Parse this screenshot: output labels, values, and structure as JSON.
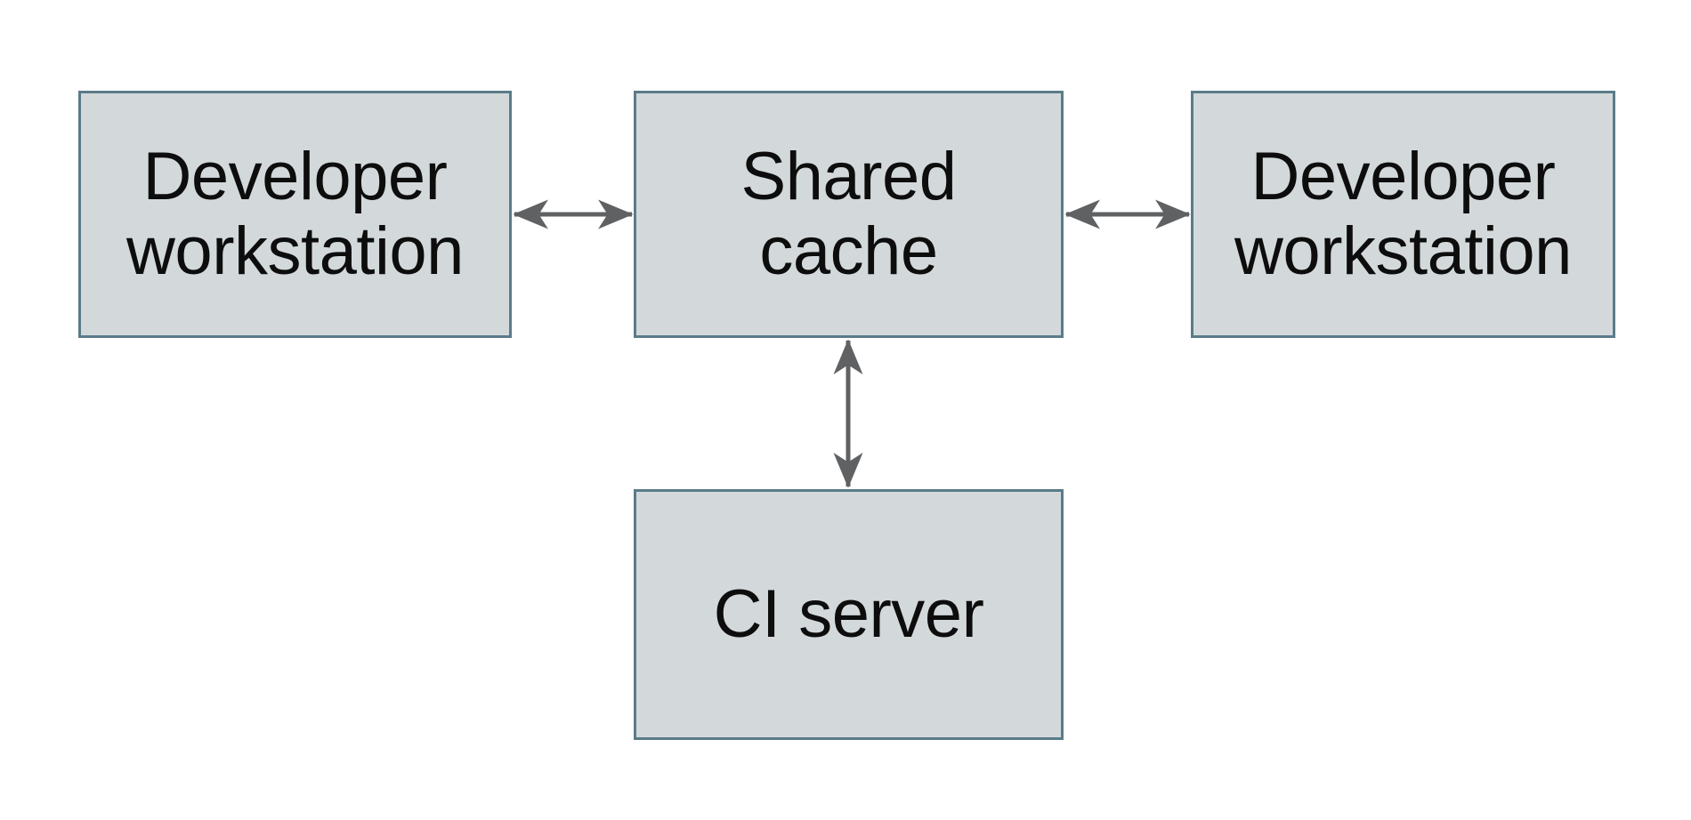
{
  "diagram": {
    "type": "architecture-diagram",
    "nodes": [
      {
        "id": "developer-workstation-left",
        "label": "Developer workstation",
        "lines": [
          "Developer",
          "workstation"
        ]
      },
      {
        "id": "shared-cache",
        "label": "Shared cache",
        "lines": [
          "Shared",
          "cache"
        ]
      },
      {
        "id": "developer-workstation-right",
        "label": "Developer workstation",
        "lines": [
          "Developer",
          "workstation"
        ]
      },
      {
        "id": "ci-server",
        "label": "CI server",
        "lines": [
          "CI server"
        ]
      }
    ],
    "edges": [
      {
        "from": "developer-workstation-left",
        "to": "shared-cache",
        "style": "double-headed-arrow"
      },
      {
        "from": "shared-cache",
        "to": "developer-workstation-right",
        "style": "double-headed-arrow"
      },
      {
        "from": "shared-cache",
        "to": "ci-server",
        "style": "double-headed-arrow"
      }
    ],
    "colors": {
      "node_fill": "#d3d9db",
      "node_border": "#5b7b89",
      "arrow": "#5f6163",
      "text": "#0d0d0d",
      "background": "#ffffff"
    }
  }
}
